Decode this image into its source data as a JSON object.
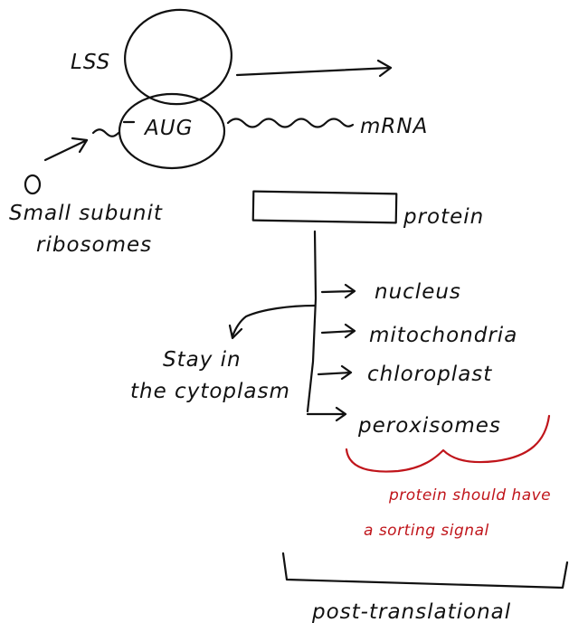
{
  "labels": {
    "large_subunit": "LSS",
    "start_codon": "AUG",
    "mrna": "mRNA",
    "small_subunit_line1": "Small subunit",
    "small_subunit_line2": "ribosomes",
    "protein": "protein",
    "stay_line1": "Stay in",
    "stay_line2": "the cytoplasm",
    "nucleus": "nucleus",
    "mitochondria": "mitochondria",
    "chloroplast": "chloroplast",
    "peroxisomes": "peroxisomes",
    "sorting_line1": "protein should have",
    "sorting_line2": "a sorting signal",
    "post_translational": "post-translational"
  },
  "colors": {
    "ink": "#111111",
    "annotation": "#c0151b"
  }
}
